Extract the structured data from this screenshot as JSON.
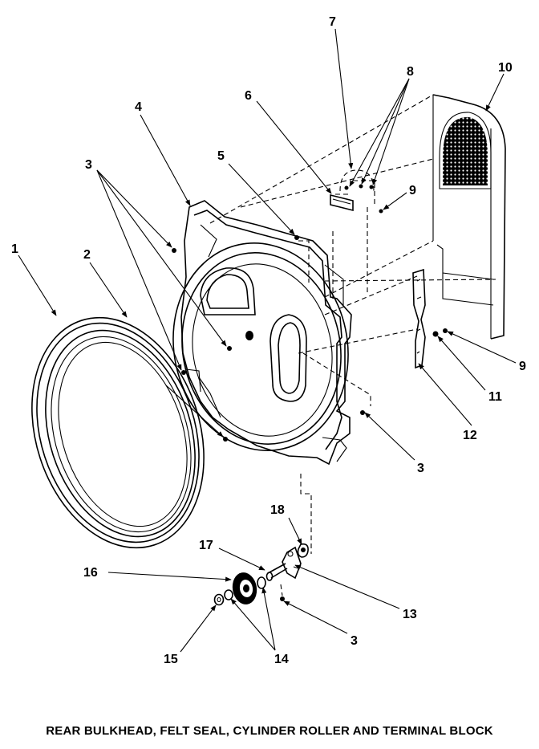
{
  "caption": "REAR BULKHEAD, FELT SEAL, CYLINDER ROLLER AND TERMINAL BLOCK",
  "callouts": {
    "c1": "1",
    "c2": "2",
    "c3a": "3",
    "c3b": "3",
    "c3c": "3",
    "c4": "4",
    "c5": "5",
    "c6": "6",
    "c7": "7",
    "c8": "8",
    "c9a": "9",
    "c9b": "9",
    "c10": "10",
    "c11": "11",
    "c12": "12",
    "c13": "13",
    "c14": "14",
    "c15": "15",
    "c16": "16",
    "c17": "17",
    "c18": "18"
  }
}
